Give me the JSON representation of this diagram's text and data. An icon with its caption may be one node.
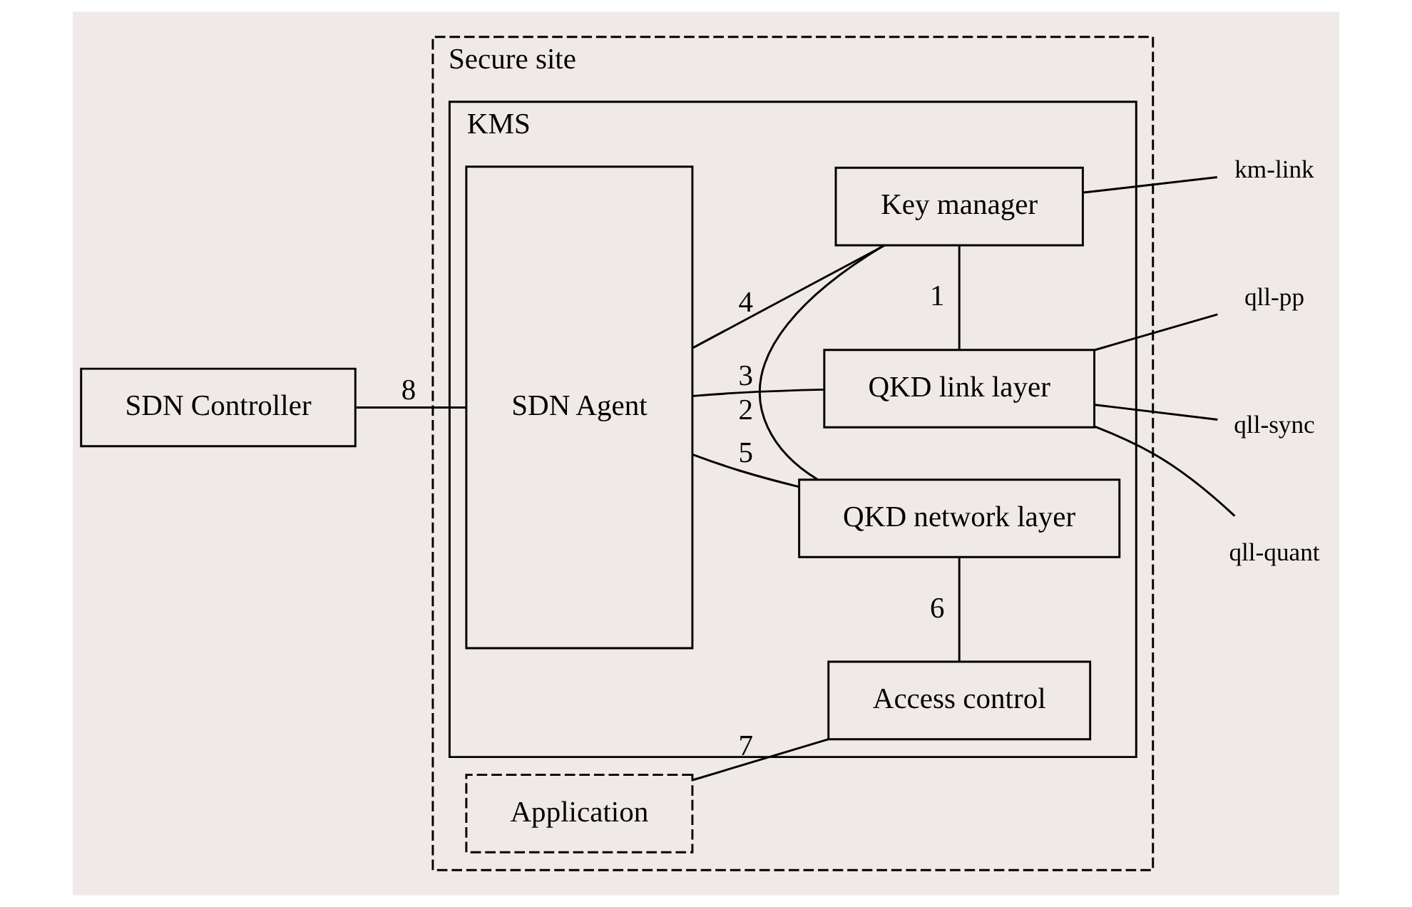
{
  "diagram": {
    "nodes": [
      {
        "text": [
          "Secure site"
        ]
      },
      {
        "text": [
          "Application"
        ],
        "in": 0
      },
      {
        "text": [
          "KMS"
        ],
        "in": 0
      },
      {
        "text": [
          "SDN Agent"
        ],
        "in": 2
      },
      {
        "text": [
          "Access control"
        ],
        "in": 2
      },
      {
        "text": [
          "QKD network layer"
        ],
        "in": 2
      },
      {
        "text": [
          "Key manager"
        ],
        "in": 2
      },
      {
        "text": [
          "QKD link layer"
        ],
        "in": 2
      },
      {
        "text": [
          "SDN Controller"
        ]
      },
      {
        "text": [
          "km-link"
        ]
      },
      {
        "text": [
          "qll-pp"
        ]
      },
      {
        "text": [
          "qll-sync"
        ]
      },
      {
        "text": [
          "qll-quant"
        ]
      }
    ],
    "edges": [
      {
        "from": 1,
        "to": 4,
        "arrow": "none",
        "label": "7"
      },
      {
        "from": 4,
        "to": 5,
        "arrow": "none",
        "label": "6"
      },
      {
        "from": 5,
        "to": 6,
        "arrow": "none",
        "label": "2"
      },
      {
        "from": 6,
        "to": 7,
        "arrow": "none",
        "label": "1"
      },
      {
        "from": 3,
        "to": 5,
        "arrow": "none",
        "label": "5"
      },
      {
        "from": 3,
        "to": 6,
        "arrow": "none",
        "label": "4"
      },
      {
        "from": 3,
        "to": 7,
        "arrow": "none",
        "label": "3"
      },
      {
        "from": 8,
        "to": 3,
        "arrow": "none",
        "label": "8"
      },
      {
        "from": 6,
        "to": 9,
        "arrow": "none"
      },
      {
        "from": 7,
        "to": 10,
        "arrow": "none"
      },
      {
        "from": 7,
        "to": 11,
        "arrow": "none"
      },
      {
        "from": 7,
        "to": 12,
        "arrow": "none"
      }
    ]
  }
}
